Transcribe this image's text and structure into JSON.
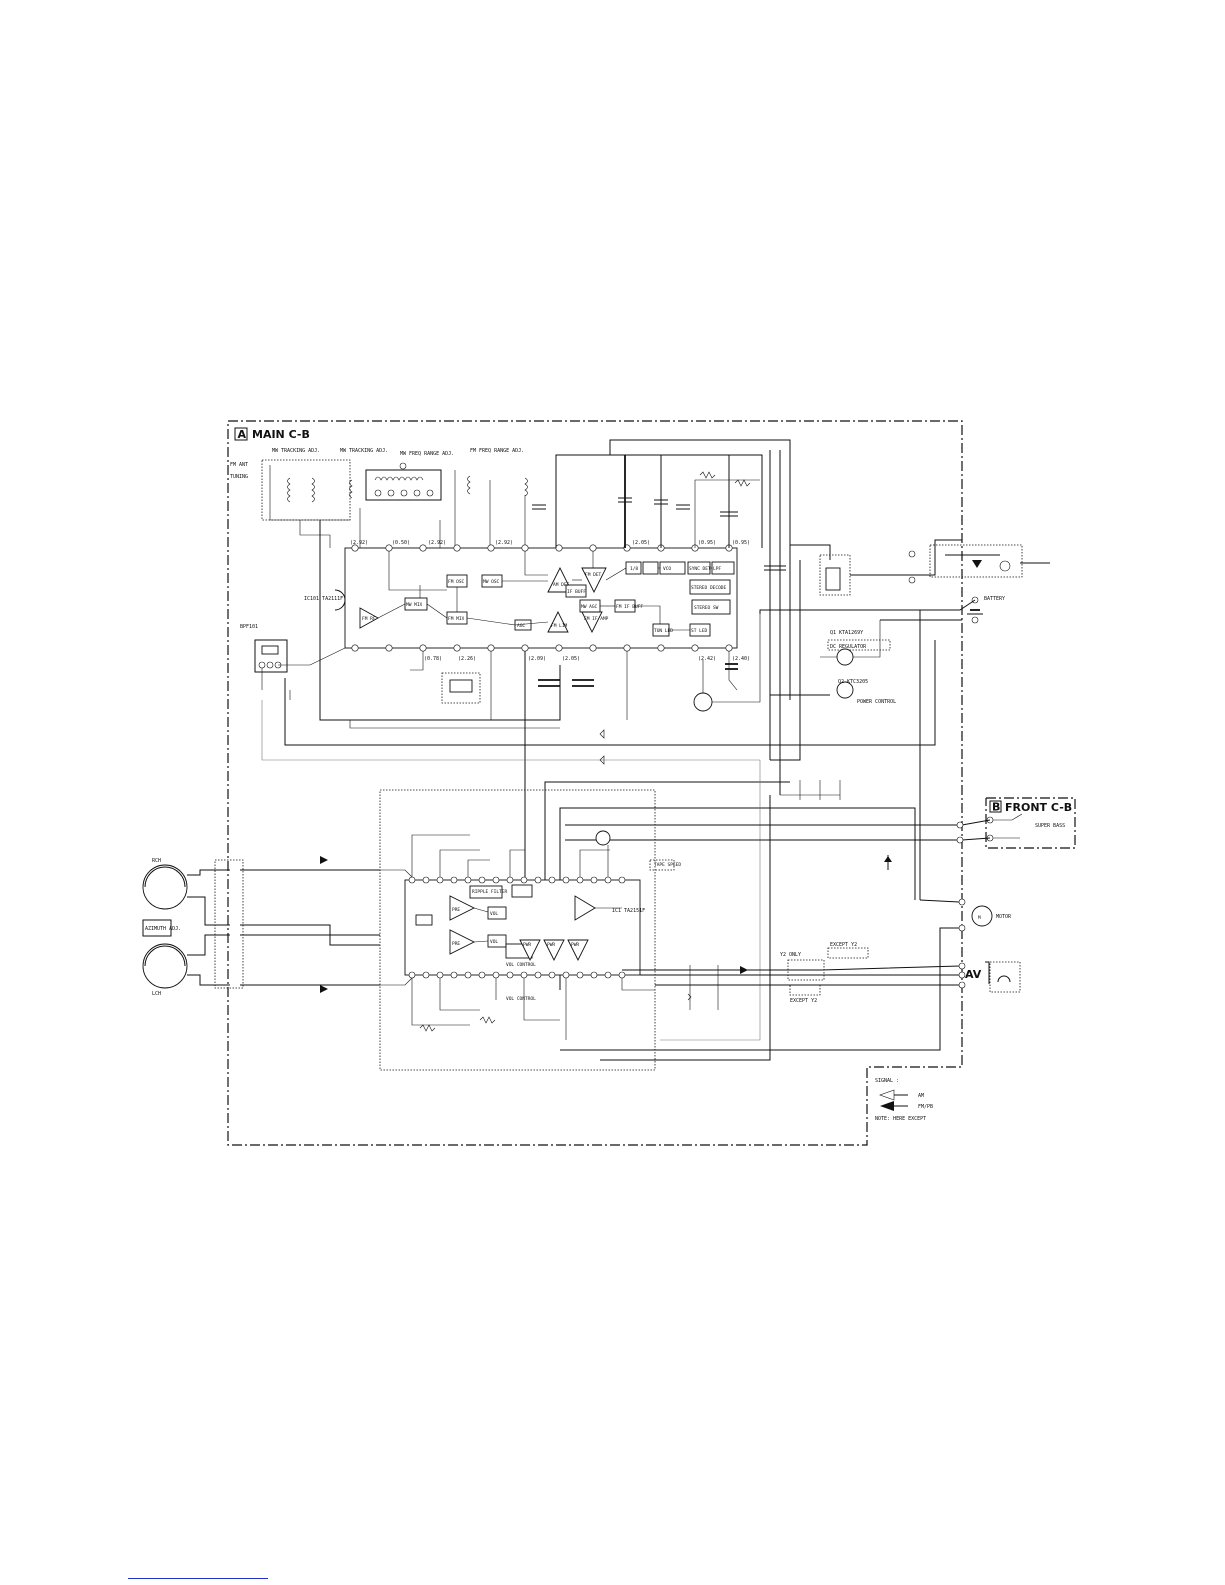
{
  "boards": {
    "main": {
      "letter": "A",
      "title": "MAIN C-B"
    },
    "front": {
      "letter": "B",
      "title": "FRONT C-B"
    }
  },
  "labels": {
    "ic1": "IC1 TA2151F",
    "ic101": "IC101 TA2111F",
    "battery": "BATTERY",
    "motor": "MOTOR",
    "azimuth": "AZIMUTH ADJ.",
    "rch": "RCH",
    "lch": "LCH",
    "power_control": "POWER CONTROL",
    "dc_regulator": "DC REGULATOR",
    "except_y2": "EXCEPT Y2",
    "y2_only": "Y2 ONLY",
    "mw_tracking_1": "MW TRACKING ADJ.",
    "mw_tracking_2": "MW TRACKING ADJ.",
    "mw_freq_range": "MW FREQ RANGE ADJ.",
    "fm_freq_range": "FM FREQ RANGE ADJ.",
    "tuning": "TUNING",
    "super_bass": "SUPER BASS",
    "ripple_filter": "RIPPLE FILTER",
    "tape_speed": "TAPE SPEED",
    "vol_control": "VOL CONTROL"
  },
  "ic101_blocks": [
    "FM RF",
    "MW MIX",
    "FM MIX",
    "FM OSC",
    "MW OSC",
    "IF BUFF",
    "AM DET",
    "FM DET",
    "AGC",
    "MW AGC",
    "FM LIM",
    "FM IF AMP",
    "FM IF BUFF",
    "VCO",
    "STEREO DECODE",
    "STEREO SW",
    "TUN LED",
    "ST LED",
    "LPF",
    "1/8",
    "SYNC DET"
  ],
  "ic1_blocks": [
    "PRE",
    "PRE",
    "VOL",
    "VOL CONTROL",
    "PWR",
    "PWR",
    "PWR"
  ],
  "voltages": [
    "(2.92)",
    "(0.50)",
    "(2.92)",
    "(2.92)",
    "(2.05)",
    "(0.95)",
    "(0.95)",
    "(0.78)",
    "(2.26)",
    "(2.09)",
    "(2.05)",
    "(2.42)",
    "(2.40)"
  ],
  "signal_legend": {
    "title": "SIGNAL :",
    "items": [
      {
        "arrow": "hollow-arrow-icon",
        "label": "AM"
      },
      {
        "arrow": "filled-arrow-icon",
        "label": "FM/PB"
      }
    ],
    "note": "NOTE: HERE EXCEPT"
  },
  "colors": {
    "ink": "#111111",
    "background": "#ffffff",
    "link": "#2233cc"
  }
}
